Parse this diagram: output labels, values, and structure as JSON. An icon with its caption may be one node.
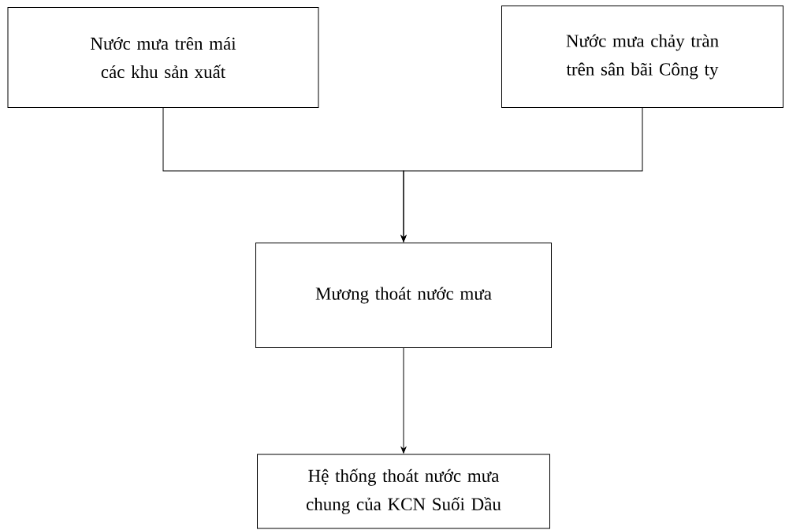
{
  "diagram": {
    "nodes": [
      {
        "text": [
          "Nước mưa trên mái các khu sản xuất"
        ]
      },
      {
        "text": [
          "Nước mưa chảy tràn trên sân bãi Công ty"
        ]
      },
      {
        "text": [
          "Mương thoát nước mưa"
        ]
      },
      {
        "text": [
          "Hệ thống thoát nước mưa chung của KCN Suối Dầu"
        ]
      }
    ],
    "edges": [
      {
        "from": 0,
        "to": 2,
        "arrow": "to"
      },
      {
        "from": 1,
        "to": 2,
        "arrow": "to"
      },
      {
        "from": 2,
        "to": 3,
        "arrow": "to"
      }
    ]
  }
}
